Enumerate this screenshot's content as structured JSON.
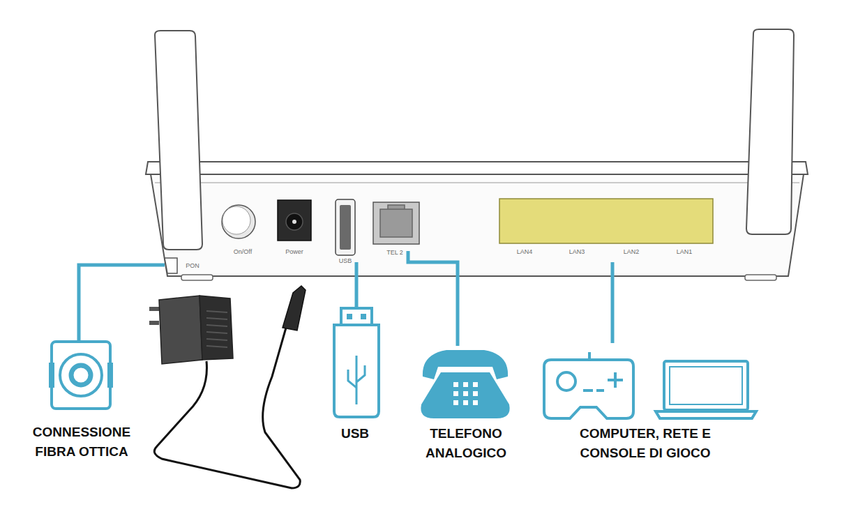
{
  "diagram": {
    "labels": [
      "On/Off",
      "Power",
      "USB",
      "TEL 2",
      "LAN4",
      "LAN3",
      "LAN2",
      "LAN1",
      "PON",
      "CONNESSIONE FIBRA OTTICA",
      "USB",
      "TELEFONO ANALOGICO",
      "COMPUTER, RETE E CONSOLE DI GIOCO"
    ]
  }
}
